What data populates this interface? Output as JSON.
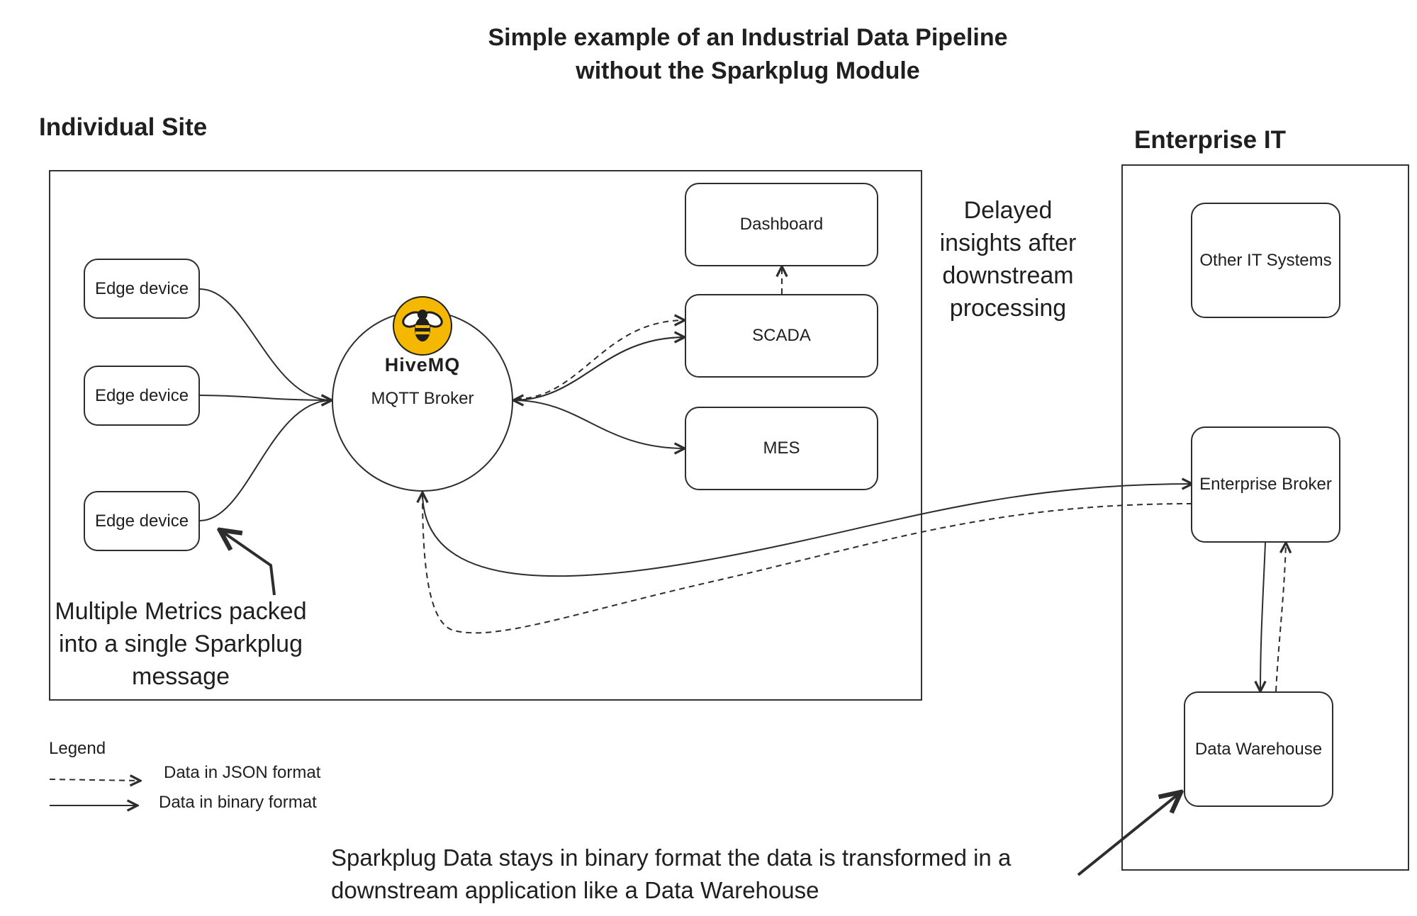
{
  "title_line1": "Simple example of an Industrial Data Pipeline",
  "title_line2": "without the Sparkplug Module",
  "individual_site": {
    "heading": "Individual Site",
    "edge_devices": [
      "Edge device",
      "Edge device",
      "Edge device"
    ],
    "broker": {
      "brand": "HiveMQ",
      "label": "MQTT Broker"
    },
    "consumers": {
      "dashboard": "Dashboard",
      "scada": "SCADA",
      "mes": "MES"
    },
    "metrics_note": [
      "Multiple Metrics packed",
      "into a single Sparkplug",
      "message"
    ]
  },
  "delayed_note": [
    "Delayed",
    "insights after",
    "downstream",
    "processing"
  ],
  "enterprise_it": {
    "heading": "Enterprise IT",
    "other_it": "Other IT Systems",
    "enterprise_broker": "Enterprise Broker",
    "data_warehouse": "Data Warehouse"
  },
  "legend": {
    "title": "Legend",
    "json_label": "Data in JSON format",
    "binary_label": "Data in binary format"
  },
  "bottom_note": [
    "Sparkplug Data stays in binary format the data is transformed in a",
    "downstream application like a Data Warehouse"
  ],
  "colors": {
    "hivemq_yellow": "#F5B800",
    "line": "#2d2d2d"
  }
}
